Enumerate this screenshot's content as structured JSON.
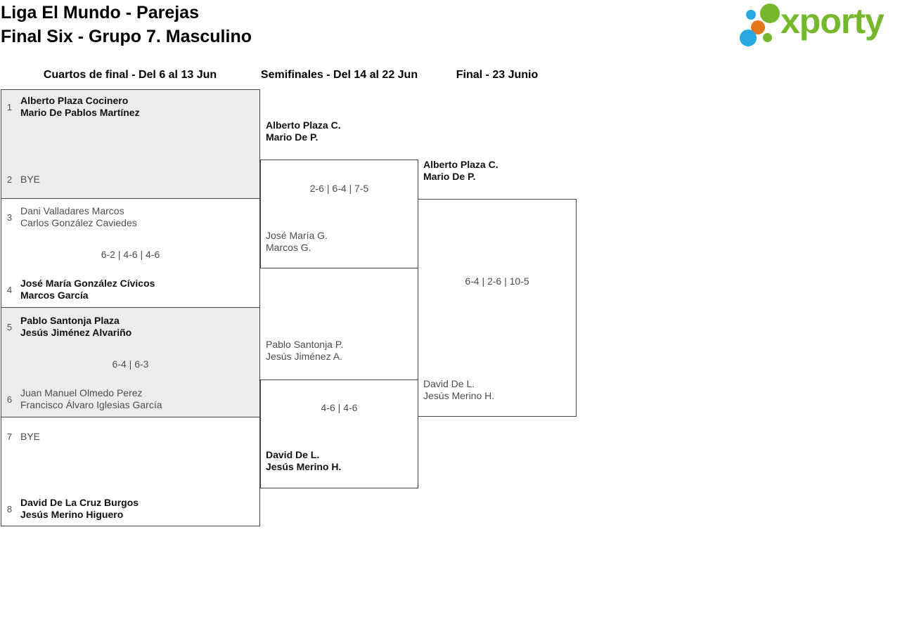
{
  "title": {
    "line1": "Liga El Mundo - Parejas",
    "line2": "Final Six - Grupo 7. Masculino"
  },
  "logo": {
    "text": "xporty"
  },
  "colors": {
    "logo_green": "#76b82d",
    "logo_blue": "#29a9e1",
    "logo_orange": "#e4761b",
    "winner_text": "#111111",
    "secondary_text": "#4d4d4d",
    "box_fill": "#ececec",
    "line": "#444444"
  },
  "round_headers": [
    "Cuartos de final - Del 6 al 13 Jun",
    "Semifinales - Del 14 al 22 Jun",
    "Final - 23 Junio"
  ],
  "bracket": {
    "quarterfinals": [
      {
        "seed_top": "1",
        "top_line1": "Alberto Plaza Cocinero",
        "top_line2": "Mario De Pablos Martínez",
        "seed_bottom": "2",
        "bottom_line1": "BYE",
        "bottom_line2": "",
        "score": "",
        "winner": "top"
      },
      {
        "seed_top": "3",
        "top_line1": "Dani Valladares Marcos",
        "top_line2": "Carlos González Caviedes",
        "seed_bottom": "4",
        "bottom_line1": "José María González Cívicos",
        "bottom_line2": "Marcos García",
        "score": "6-2 | 4-6 | 4-6",
        "winner": "bottom"
      },
      {
        "seed_top": "5",
        "top_line1": "Pablo Santonja Plaza",
        "top_line2": "Jesús Jiménez Alvariño",
        "seed_bottom": "6",
        "bottom_line1": "Juan Manuel Olmedo Perez",
        "bottom_line2": "Francisco Álvaro Iglesias García",
        "score": "6-4 | 6-3",
        "winner": "top"
      },
      {
        "seed_top": "7",
        "top_line1": "BYE",
        "top_line2": "",
        "seed_bottom": "8",
        "bottom_line1": "David De La Cruz Burgos",
        "bottom_line2": "Jesús Merino Higuero",
        "score": "",
        "winner": "bottom"
      }
    ],
    "semifinals": [
      {
        "top_line1": "Alberto Plaza C.",
        "top_line2": "Mario De P.",
        "bottom_line1": "José María G.",
        "bottom_line2": "Marcos G.",
        "score": "2-6 | 6-4 | 7-5",
        "winner": "top"
      },
      {
        "top_line1": "Pablo Santonja P.",
        "top_line2": "Jesús Jiménez A.",
        "bottom_line1": "David De L.",
        "bottom_line2": "Jesús Merino H.",
        "score": "4-6 | 4-6",
        "winner": "bottom"
      }
    ],
    "final": {
      "top_line1": "Alberto Plaza C.",
      "top_line2": "Mario De P.",
      "bottom_line1": "David De L.",
      "bottom_line2": "Jesús Merino H.",
      "score": "6-4 | 2-6 | 10-5",
      "winner": "top"
    }
  }
}
